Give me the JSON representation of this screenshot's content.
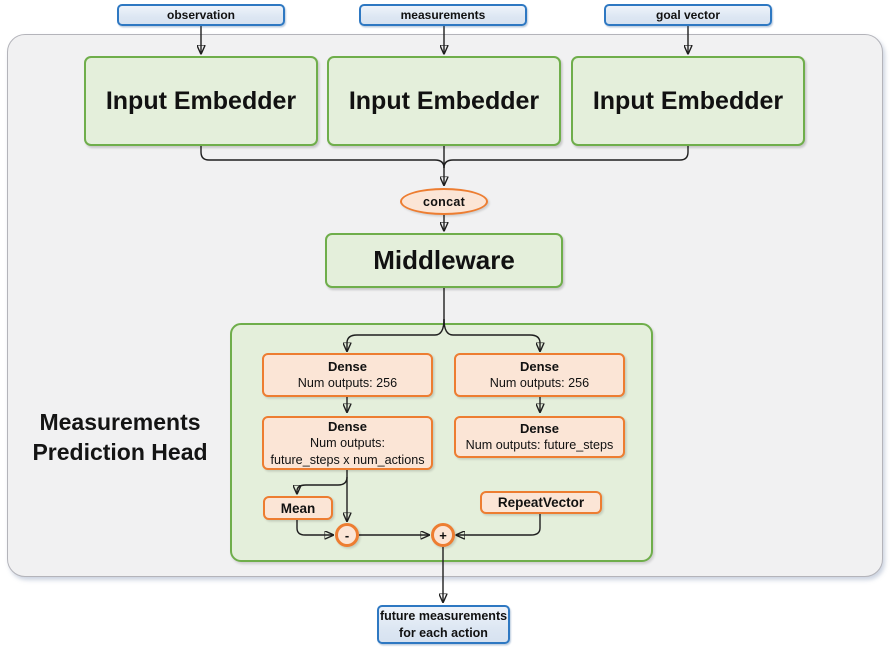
{
  "colors": {
    "blue-border": "#2e78c2",
    "blue-fill": "#dde7f3",
    "green-border": "#6fae4b",
    "green-fill": "#e4efdb",
    "orange-border": "#ed7d31",
    "orange-fill": "#fbe5d6",
    "panel-fill": "#f1f1f2",
    "panel-border": "#b4b4ba",
    "line-color": "#1f1f1f"
  },
  "inputs": [
    {
      "label": "observation"
    },
    {
      "label": "measurements"
    },
    {
      "label": "goal vector"
    }
  ],
  "embedders": [
    {
      "label": "Input Embedder"
    },
    {
      "label": "Input Embedder"
    },
    {
      "label": "Input Embedder"
    }
  ],
  "concat": {
    "label": "concat"
  },
  "middleware": {
    "label": "Middleware"
  },
  "head": {
    "title": {
      "line1": "Measurements",
      "line2": "Prediction Head"
    },
    "dense_left_1": {
      "title": "Dense",
      "line1": "Num outputs: 256"
    },
    "dense_right_1": {
      "title": "Dense",
      "line1": "Num outputs: 256"
    },
    "dense_left_2": {
      "title": "Dense",
      "line1": "Num outputs:",
      "line2": "future_steps x num_actions"
    },
    "dense_right_2": {
      "title": "Dense",
      "line1": "Num outputs: future_steps"
    },
    "mean": {
      "label": "Mean"
    },
    "repeat_vector": {
      "label": "RepeatVector"
    },
    "minus": {
      "label": "-"
    },
    "plus": {
      "label": "+"
    }
  },
  "output": {
    "line1": "future measurements",
    "line2": "for each action"
  }
}
